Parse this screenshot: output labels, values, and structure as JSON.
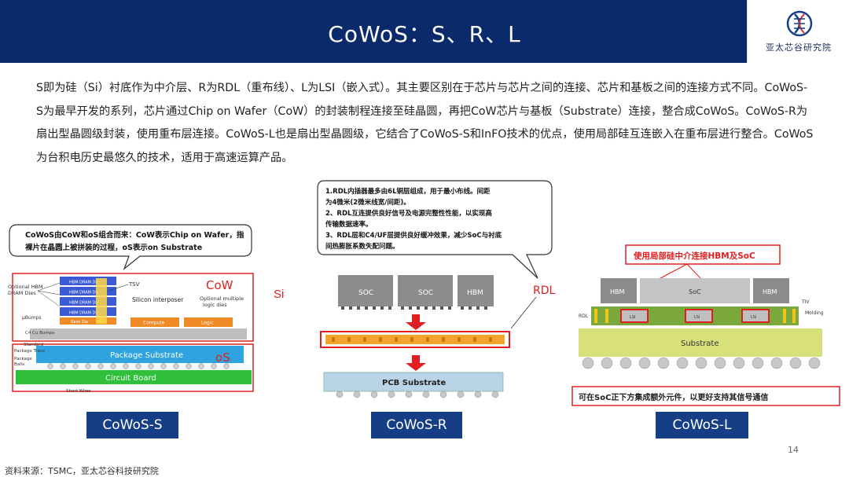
{
  "header": {
    "title": "CoWoS：S、R、L",
    "logo_text": "亚太芯谷研究院"
  },
  "intro": {
    "text": "S即为硅（Si）衬底作为中介层、R为RDL（重布线）、L为LSI（嵌入式）。其主要区别在于芯片与芯片之间的连接、芯片和基板之间的连接方式不同。CoWoS-S为最早开发的系列，芯片通过Chip on Wafer（CoW）的封装制程连接至硅晶圆，再把CoW芯片与基板（Substrate）连接，整合成CoWoS。CoWoS-R为扇出型晶圆级封装，使用重布层连接。CoWoS-L也是扇出型晶圆级，它结合了CoWoS-S和InFO技术的优点，使用局部硅互连嵌入在重布层进行整合。CoWoS为台积电历史最悠久的技术，适用于高速运算产品。"
  },
  "figure_s": {
    "callout": [
      "CoWoS由CoW和oS组合而来：CoW表示Chip on Wafer，指",
      "裸片在晶圆上被拼装的过程，oS表示on Substrate"
    ],
    "cow_label": "CoW",
    "os_label": "oS",
    "si_label": "Si",
    "tsv": "TSV",
    "silicon_interposer": "Silicon interposer",
    "optional_logic": [
      "Optional multiple",
      "logic dies"
    ],
    "optional_hbm": [
      "Optional HBM",
      "DRAM Dies"
    ],
    "dram_die": "HBM DRAM Die",
    "base_die": "Base Die",
    "compute": "Compute",
    "logic": "Logic",
    "ubumps": "µBumps",
    "c4": "C4 Cu Bumps",
    "standard": "Standard",
    "package_trace": "Package Trace",
    "package_balls": [
      "Package",
      "Balls"
    ],
    "package_substrate": "Package Substrate",
    "circuit_board": "Circuit Board",
    "short_wires": "Short Wires",
    "label": "CoWoS-S"
  },
  "figure_r": {
    "callout": [
      "1.RDL内插器最多由6L铜层组成，用于最小布线。间距",
      "为4微米(2微米线宽/间距)。",
      "2、RDL互连提供良好信号及电源完整性性能，以实现高",
      "传输数据速率。",
      "3、RDL层和C4/UF层提供良好缓冲效果，减少SoC与衬底",
      "间热膨胀系数失配问题。"
    ],
    "rdl_label": "RDL",
    "soc1": "SOC",
    "soc2": "SOC",
    "hbm": "HBM",
    "pcb": "PCB Substrate",
    "label": "CoWoS-R"
  },
  "figure_l": {
    "top_note": "使用局部硅中介连接HBM及SoC",
    "bottom_note": "可在SoC正下方集成额外元件，以更好支持其信号通信",
    "hbm_left": "HBM",
    "soc": "SoC",
    "hbm_right": "HBM",
    "rdl": "RDL",
    "tiv": "TIV",
    "molding": "Molding",
    "substrate": "Substrate",
    "lsi": "LSI",
    "label": "CoWoS-L"
  },
  "footer": {
    "source": "资料来源：TSMC，亚太芯谷科技研究院",
    "page_number": "14"
  },
  "colors": {
    "header_bg": "#0b2a6b",
    "label_bg": "#153e86",
    "highlight_red": "#e02020",
    "substrate_green": "#2fbf3b",
    "package_blue": "#2ea3df"
  }
}
